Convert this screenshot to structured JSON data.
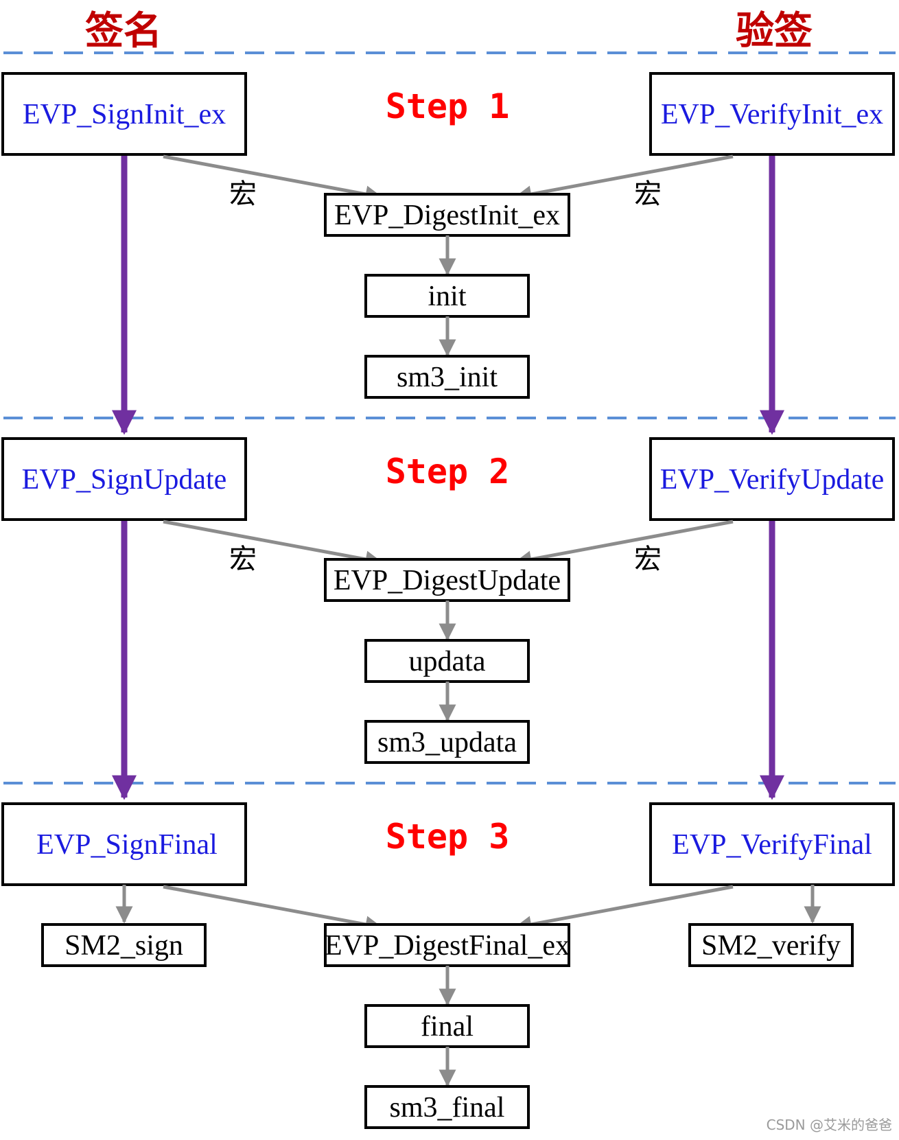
{
  "columns": {
    "sign_heading": "签名",
    "verify_heading": "验签"
  },
  "steps": [
    {
      "label": "Step 1",
      "sign_function": "EVP_SignInit_ex",
      "verify_function": "EVP_VerifyInit_ex",
      "macro_left": "宏",
      "macro_right": "宏",
      "digest_chain": [
        "EVP_DigestInit_ex",
        "init",
        "sm3_init"
      ]
    },
    {
      "label": "Step 2",
      "sign_function": "EVP_SignUpdate",
      "verify_function": "EVP_VerifyUpdate",
      "macro_left": "宏",
      "macro_right": "宏",
      "digest_chain": [
        "EVP_DigestUpdate",
        "updata",
        "sm3_updata"
      ]
    },
    {
      "label": "Step 3",
      "sign_function": "EVP_SignFinal",
      "verify_function": "EVP_VerifyFinal",
      "sign_sub": "SM2_sign",
      "verify_sub": "SM2_verify",
      "digest_chain": [
        "EVP_DigestFinal_ex",
        "final",
        "sm3_final"
      ]
    }
  ],
  "watermark": "CSDN @艾米的爸爸",
  "colors": {
    "heading": "#c00000",
    "step": "#ff0000",
    "function_text": "#1a1adf",
    "divider": "#5b8fd6",
    "flow_arrow": "#7030a0",
    "call_arrow": "#8c8c8c"
  }
}
